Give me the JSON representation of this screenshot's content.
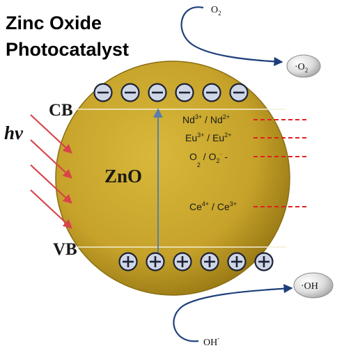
{
  "title_lines": [
    "Zinc Oxide",
    "Photocatalyst"
  ],
  "material": "ZnO",
  "bands": {
    "conduction": "CB",
    "valence": "VB"
  },
  "light": {
    "label": "hv",
    "arrow_count": 4,
    "color": "#d9434a"
  },
  "carriers": {
    "electron_count": 6,
    "hole_count": 6,
    "electron_symbol": "−",
    "hole_symbol": "+"
  },
  "energy_levels": [
    {
      "base1": "Nd",
      "sup1": "3+",
      "sep": " / ",
      "base2": "Nd",
      "sup2": "2+",
      "tail": ""
    },
    {
      "base1": "Eu",
      "sup1": "3+",
      "sep": " / ",
      "base2": "Eu",
      "sup2": "2+",
      "tail": ""
    },
    {
      "base1": "O",
      "sub1": "2",
      "sep": " / ",
      "base2": "O",
      "sub2": "2",
      "sup2": "·",
      "tail": " -"
    },
    {
      "base1": "Ce",
      "sup1": "4+",
      "sep": " / ",
      "base2": "Ce",
      "sup2": "3+",
      "tail": ""
    }
  ],
  "reactions": {
    "top_reactant": {
      "base": "O",
      "sub": "2"
    },
    "top_product": {
      "pre": "·",
      "base": "O",
      "sub": "2"
    },
    "bottom_reactant": {
      "base": "OH",
      "sup": "-"
    },
    "bottom_product": {
      "pre": "·",
      "base": "OH"
    }
  },
  "colors": {
    "sphere": "#c9a62c",
    "sphere_edge": "#8a6e12",
    "band_line": "#f4efd8",
    "carrier_fill": "#cfd6e6",
    "carrier_edge": "#1c2235",
    "transition_arrow": "#5b7ea8",
    "level_dash": "#e02020",
    "reaction_curve": "#1f3f7a"
  }
}
